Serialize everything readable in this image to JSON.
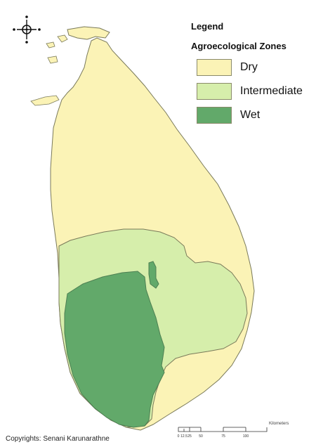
{
  "legend": {
    "title": "Legend",
    "subtitle": "Agroecological Zones",
    "items": [
      {
        "label": "Dry",
        "color": "#fbf3b6"
      },
      {
        "label": "Intermediate",
        "color": "#d6eeab"
      },
      {
        "label": "Wet",
        "color": "#62a96a"
      }
    ]
  },
  "scale_bar": {
    "ticks": [
      "0",
      "12.5",
      "25",
      "50",
      "75",
      "100"
    ],
    "unit": "Kilometers"
  },
  "credit": "Copyrights: Senani Karunarathne",
  "colors": {
    "outline": "#7a7a5a",
    "sea": "#ffffff"
  },
  "icons": [
    "compass-icon"
  ]
}
